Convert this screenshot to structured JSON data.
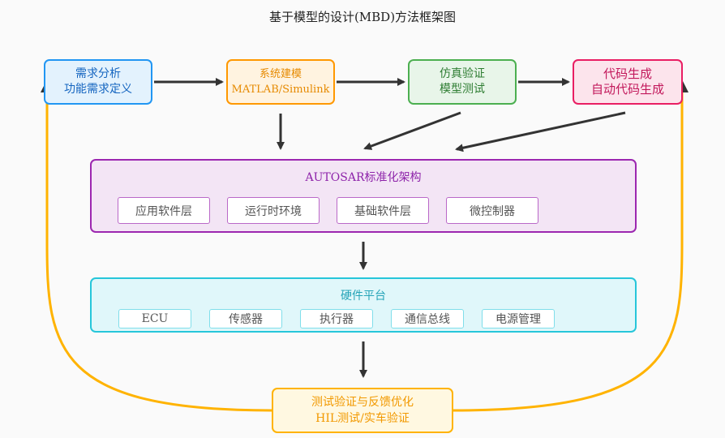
{
  "title": "基于模型的设计(MBD)方法框架图",
  "nodes": {
    "requirements": {
      "line1": "需求分析",
      "line2": "功能需求定义"
    },
    "system_modeling": {
      "line1": "系统建模",
      "line2": "MATLAB/Simulink"
    },
    "simulation": {
      "line1": "仿真验证",
      "line2": "模型测试"
    },
    "code_generation": {
      "line1": "代码生成",
      "line2": "自动代码生成"
    }
  },
  "autosar": {
    "title": "AUTOSAR标准化架构",
    "layers": [
      "应用软件层",
      "运行时环境",
      "基础软件层",
      "微控制器"
    ]
  },
  "hardware": {
    "title": "硬件平台",
    "items": [
      "ECU",
      "传感器",
      "执行器",
      "通信总线",
      "电源管理"
    ]
  },
  "testing": {
    "line1": "测试验证与反馈优化",
    "line2": "HIL测试/实车验证"
  },
  "colors": {
    "requirements": "#2196f3",
    "system_modeling": "#ff9800",
    "simulation": "#4caf50",
    "code_generation": "#e91e63",
    "autosar": "#9c27b0",
    "hardware": "#26c6da",
    "testing": "#ffb300",
    "arrow": "#333333"
  }
}
